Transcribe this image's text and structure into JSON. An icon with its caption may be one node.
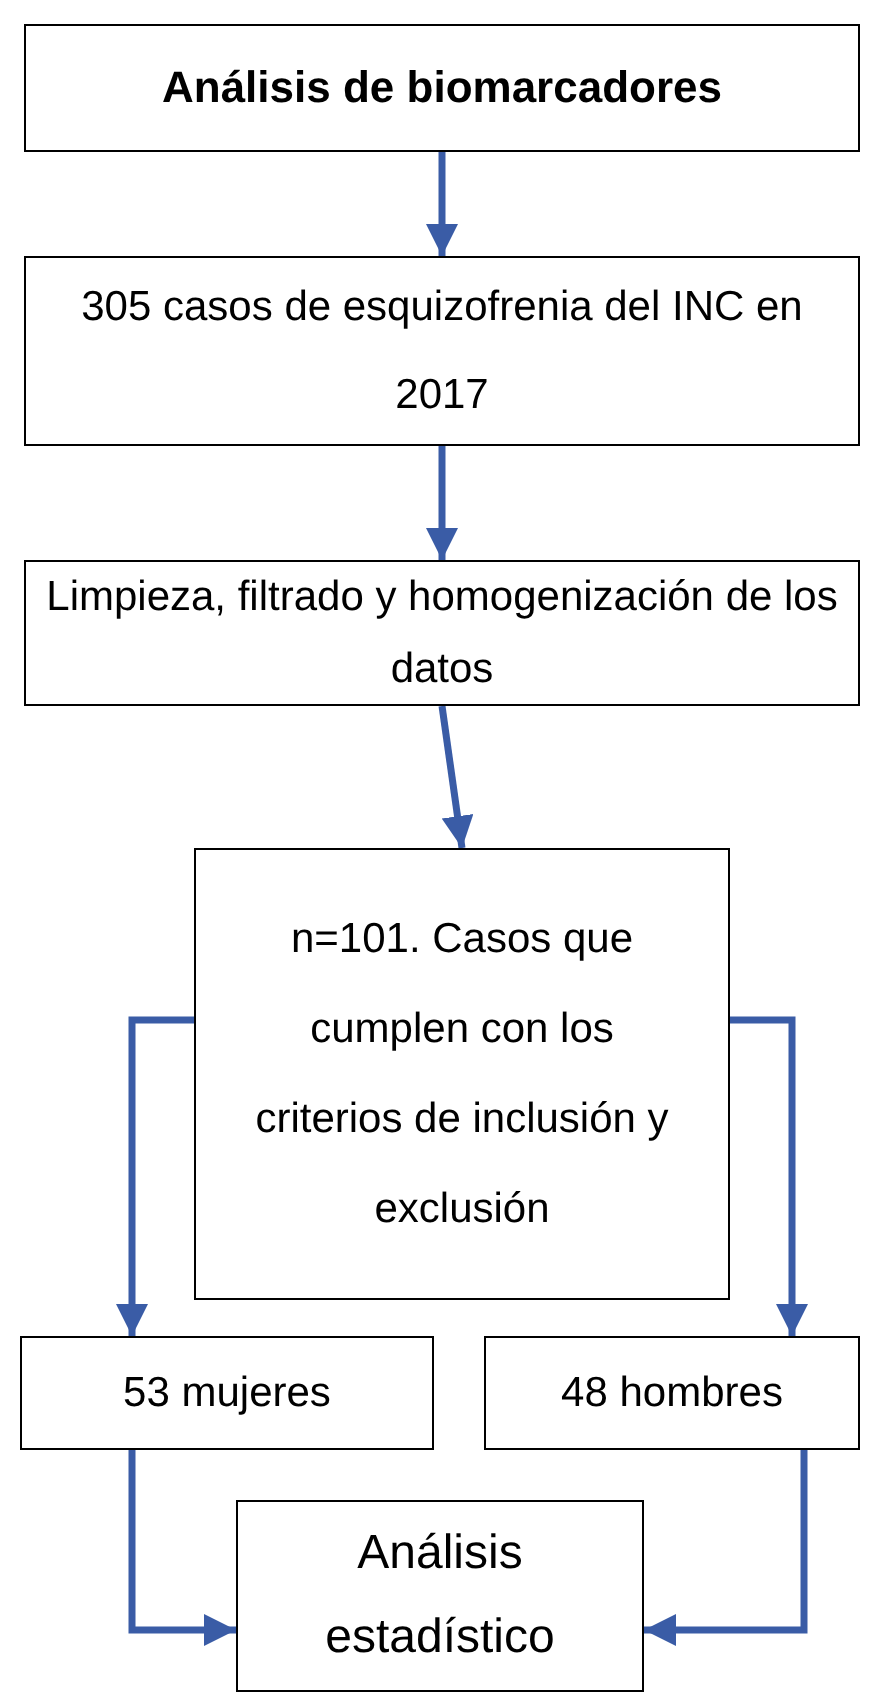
{
  "diagram": {
    "nodes": [
      {
        "text": [
          "Análisis de biomarcadores"
        ]
      },
      {
        "text": [
          "305 casos de esquizofrenia del INC en 2017"
        ]
      },
      {
        "text": [
          "Limpieza, filtrado y homogenización de los datos"
        ]
      },
      {
        "text": [
          "n=101. Casos que cumplen con los criterios de inclusión y exclusión"
        ]
      },
      {
        "text": [
          "53 mujeres"
        ]
      },
      {
        "text": [
          "48 hombres"
        ]
      },
      {
        "text": [
          "Análisis estadístico"
        ]
      }
    ],
    "edges": [
      {
        "from": 0,
        "to": 1,
        "arrow": "to"
      },
      {
        "from": 1,
        "to": 2,
        "arrow": "to"
      },
      {
        "from": 2,
        "to": 3,
        "arrow": "to"
      },
      {
        "from": 3,
        "to": 4,
        "arrow": "to"
      },
      {
        "from": 3,
        "to": 5,
        "arrow": "to"
      },
      {
        "from": 4,
        "to": 6,
        "arrow": "to"
      },
      {
        "from": 5,
        "to": 6,
        "arrow": "to"
      }
    ]
  }
}
